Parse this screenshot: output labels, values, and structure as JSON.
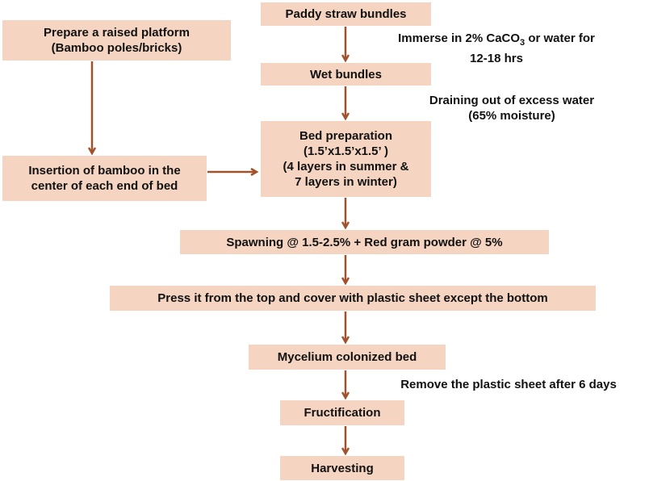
{
  "colors": {
    "box_fill": "#f5d5c2",
    "arrow": "#a0522d"
  },
  "boxes": {
    "paddy": "Paddy straw bundles",
    "platform": {
      "line1": "Prepare a raised platform",
      "line2": "(Bamboo poles/bricks)"
    },
    "wet": "Wet bundles",
    "bed": {
      "line1": "Bed preparation",
      "line2": "(1.5’x1.5’x1.5’ )",
      "line3": "(4 layers in summer &",
      "line4": "7 layers in winter)"
    },
    "bamboo": {
      "line1": "Insertion of bamboo in the",
      "line2": "center of each end of bed"
    },
    "spawning": "Spawning @ 1.5-2.5% + Red gram powder @ 5%",
    "press": "Press it from the top and cover with plastic sheet except the bottom",
    "mycelium": "Mycelium colonized bed",
    "fructification": "Fructification",
    "harvesting": "Harvesting"
  },
  "notes": {
    "immerse": {
      "pre": "Immerse in 2% CaCO",
      "sub": "3",
      "post": " or water for",
      "line2": "12-18 hrs"
    },
    "drain": {
      "line1": "Draining out of excess water",
      "line2": "(65% moisture)"
    },
    "remove": "Remove the plastic sheet after 6 days"
  }
}
